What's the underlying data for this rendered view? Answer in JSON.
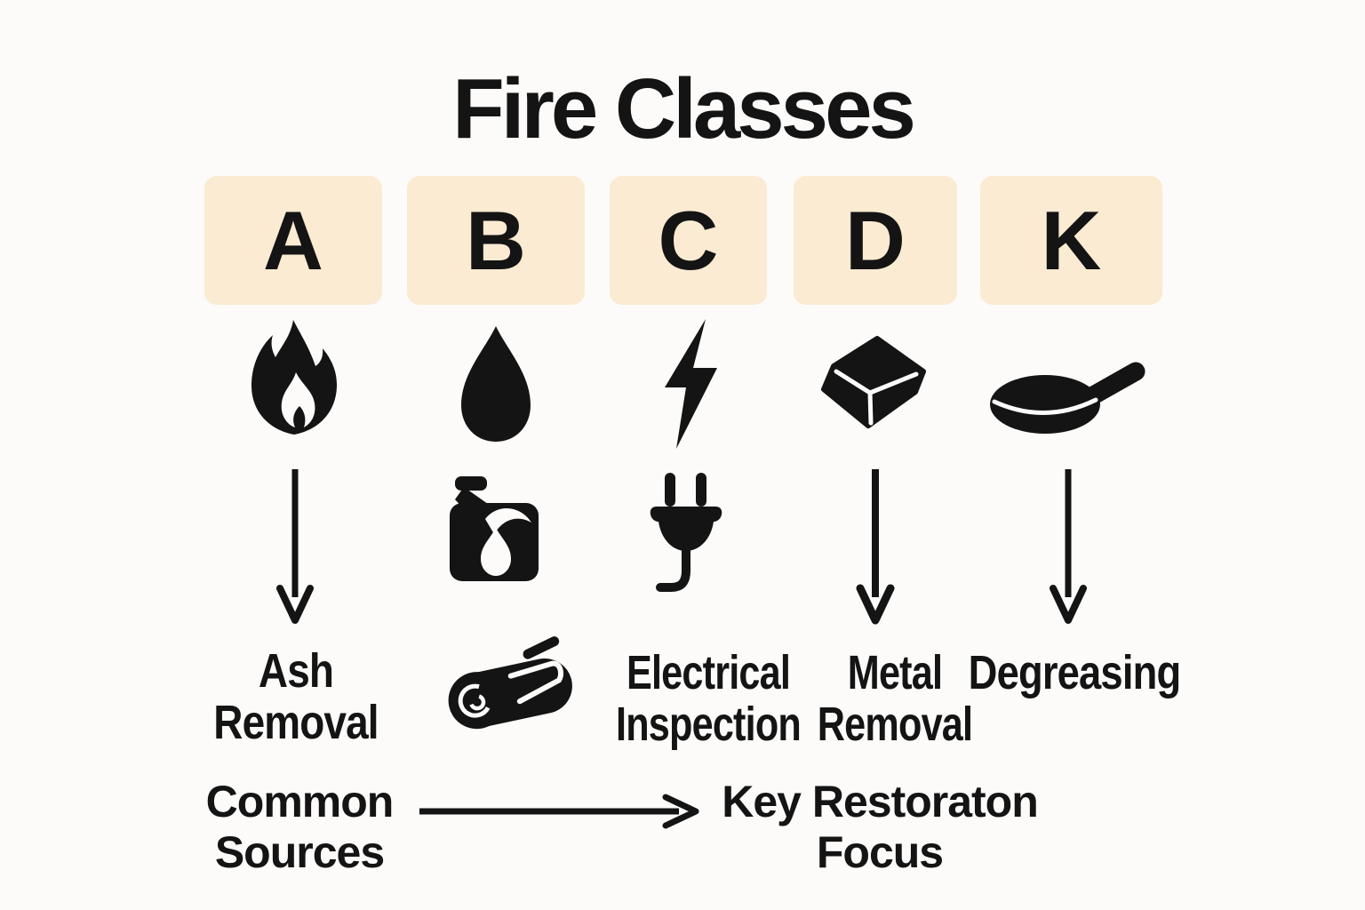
{
  "title": "Fire Classes",
  "classes": [
    {
      "letter": "A",
      "source_icon": "flame-icon",
      "connector_icon": "down-arrow-icon",
      "focus_label": "Ash Removal"
    },
    {
      "letter": "B",
      "source_icon": "water-drop-icon",
      "secondary_icon": "fuel-can-icon",
      "focus_icon": "wood-log-icon"
    },
    {
      "letter": "C",
      "source_icon": "lightning-bolt-icon",
      "secondary_icon": "power-plug-icon",
      "focus_label": "Electrical Inspection"
    },
    {
      "letter": "D",
      "source_icon": "metal-ingot-icon",
      "connector_icon": "down-arrow-icon",
      "focus_label": "Metal Removal"
    },
    {
      "letter": "K",
      "source_icon": "frying-pan-icon",
      "connector_icon": "down-arrow-icon",
      "focus_label": "Degreasing"
    }
  ],
  "legend": {
    "sources_label": "Common Sources",
    "arrow_icon": "right-arrow-icon",
    "focus_label": "Key Restoraton Focus"
  },
  "colors": {
    "background": "#fcfbf9",
    "class_box_bg": "#faebd2",
    "ink": "#141414"
  }
}
